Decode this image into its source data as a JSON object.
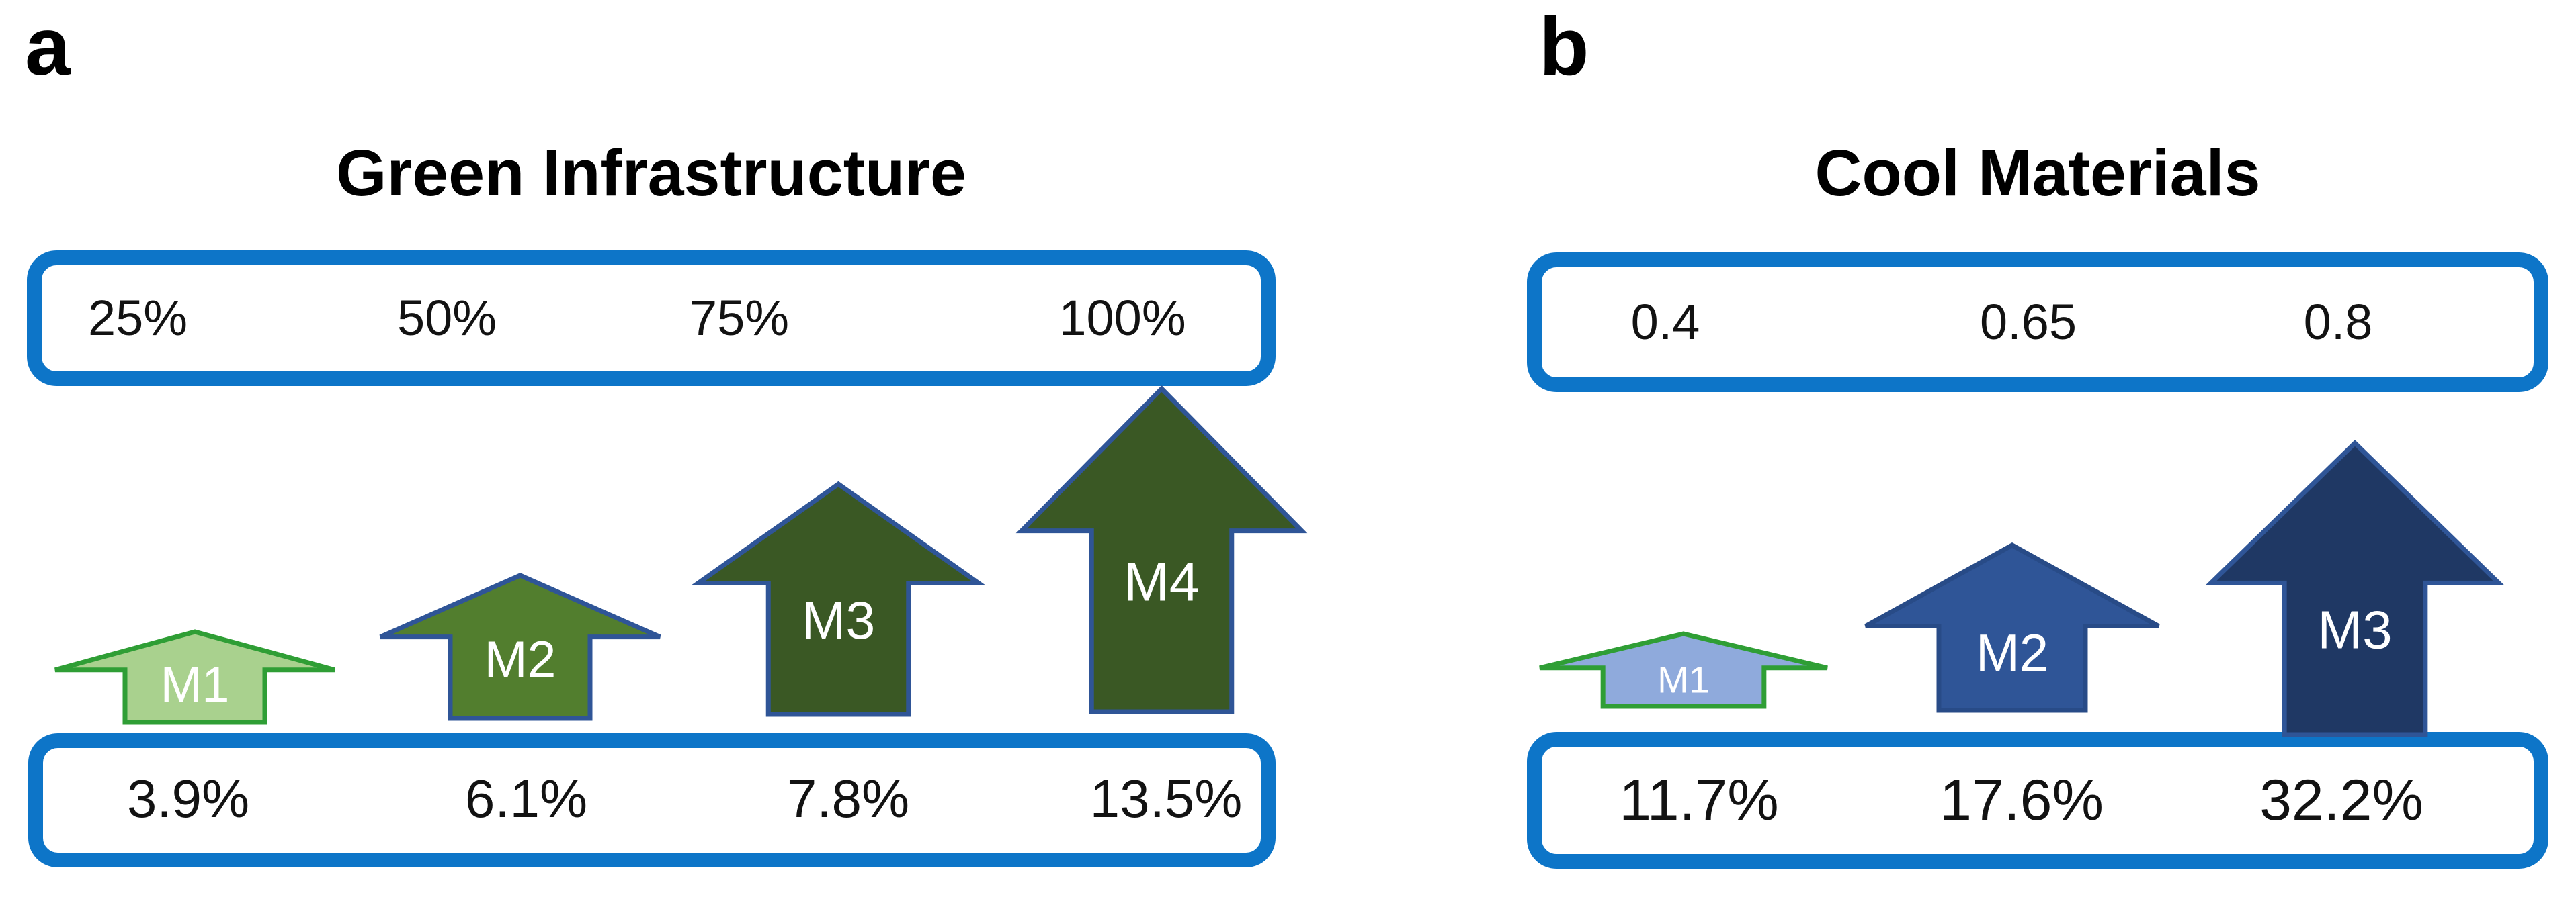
{
  "figure": {
    "background": "#ffffff",
    "box_border_color": "#0d75c8",
    "label_text_color": "#121212",
    "arrow_label_color": "#ffffff"
  },
  "panels": [
    {
      "panel_label": "a",
      "title": "Green Infrastructure",
      "top_box_values": [
        "25%",
        "50%",
        "75%",
        "100%"
      ],
      "arrows": [
        {
          "label": "M1",
          "fill": "#a9d18e",
          "stroke": "#2f9e35"
        },
        {
          "label": "M2",
          "fill": "#527e2e",
          "stroke": "#2f5597"
        },
        {
          "label": "M3",
          "fill": "#3a5824",
          "stroke": "#2f5597"
        },
        {
          "label": "M4",
          "fill": "#3a5824",
          "stroke": "#2f5597"
        }
      ],
      "bottom_box_values": [
        "3.9%",
        "6.1%",
        "7.8%",
        "13.5%"
      ]
    },
    {
      "panel_label": "b",
      "title": "Cool Materials",
      "top_box_values": [
        "0.4",
        "0.65",
        "0.8"
      ],
      "arrows": [
        {
          "label": "M1",
          "fill": "#8faadc",
          "stroke": "#2f9e35"
        },
        {
          "label": "M2",
          "fill": "#2f5597",
          "stroke": "#284b87"
        },
        {
          "label": "M3",
          "fill": "#1f3864",
          "stroke": "#2f5597"
        }
      ],
      "bottom_box_values": [
        "11.7%",
        "17.6%",
        "32.2%"
      ]
    }
  ],
  "chart_data": [
    {
      "type": "bar",
      "variant": "arrow-pictogram",
      "title": "Green Infrastructure",
      "categories": [
        "M1",
        "M2",
        "M3",
        "M4"
      ],
      "series": [
        {
          "name": "top_box_scenario_values",
          "values": [
            "25%",
            "50%",
            "75%",
            "100%"
          ]
        },
        {
          "name": "bottom_box_result_values_pct",
          "values": [
            3.9,
            6.1,
            7.8,
            13.5
          ]
        }
      ],
      "legend": false,
      "grid": false
    },
    {
      "type": "bar",
      "variant": "arrow-pictogram",
      "title": "Cool Materials",
      "categories": [
        "M1",
        "M2",
        "M3"
      ],
      "series": [
        {
          "name": "top_box_scenario_values",
          "values": [
            0.4,
            0.65,
            0.8
          ]
        },
        {
          "name": "bottom_box_result_values_pct",
          "values": [
            11.7,
            17.6,
            32.2
          ]
        }
      ],
      "legend": false,
      "grid": false
    }
  ]
}
